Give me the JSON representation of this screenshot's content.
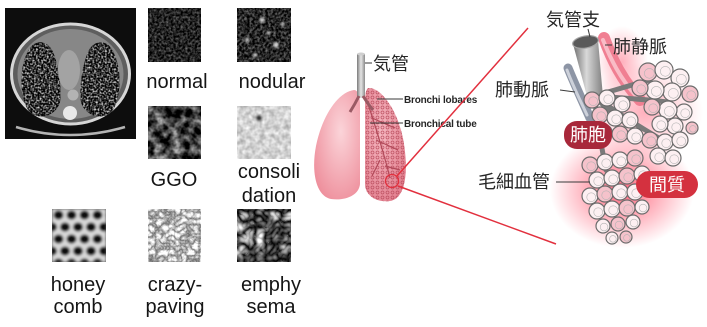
{
  "ct_textures": {
    "normal": {
      "line1": "normal"
    },
    "nodular": {
      "line1": "nodular"
    },
    "ggo": {
      "line1": "GGO"
    },
    "consolidation": {
      "line1": "consoli",
      "line2": "dation"
    },
    "honeycomb": {
      "line1": "honey",
      "line2": "comb"
    },
    "crazy_paving": {
      "line1": "crazy-",
      "line2": "paving"
    },
    "emphysema": {
      "line1": "emphy",
      "line2": "sema"
    }
  },
  "lung_diagram": {
    "trachea_label": "気管",
    "bronchi_lobares_label": "Bronchi lobares",
    "bronchical_tube_label": "Bronchical tube"
  },
  "alveoli_diagram": {
    "bronchus_label": "気管支",
    "pulmonary_vein_label": "肺静脈",
    "pulmonary_artery_label": "肺動脈",
    "alveolus_label": "肺胞",
    "capillary_label": "毛細血管",
    "interstitium_label": "間質"
  },
  "colors": {
    "lung_pink": "#ee8f9c",
    "zoom_line_red": "#e2303e",
    "alveolus_badge": "#a8283a",
    "interstitium_badge": "#d4313f",
    "badge_text": "#ffffff"
  }
}
